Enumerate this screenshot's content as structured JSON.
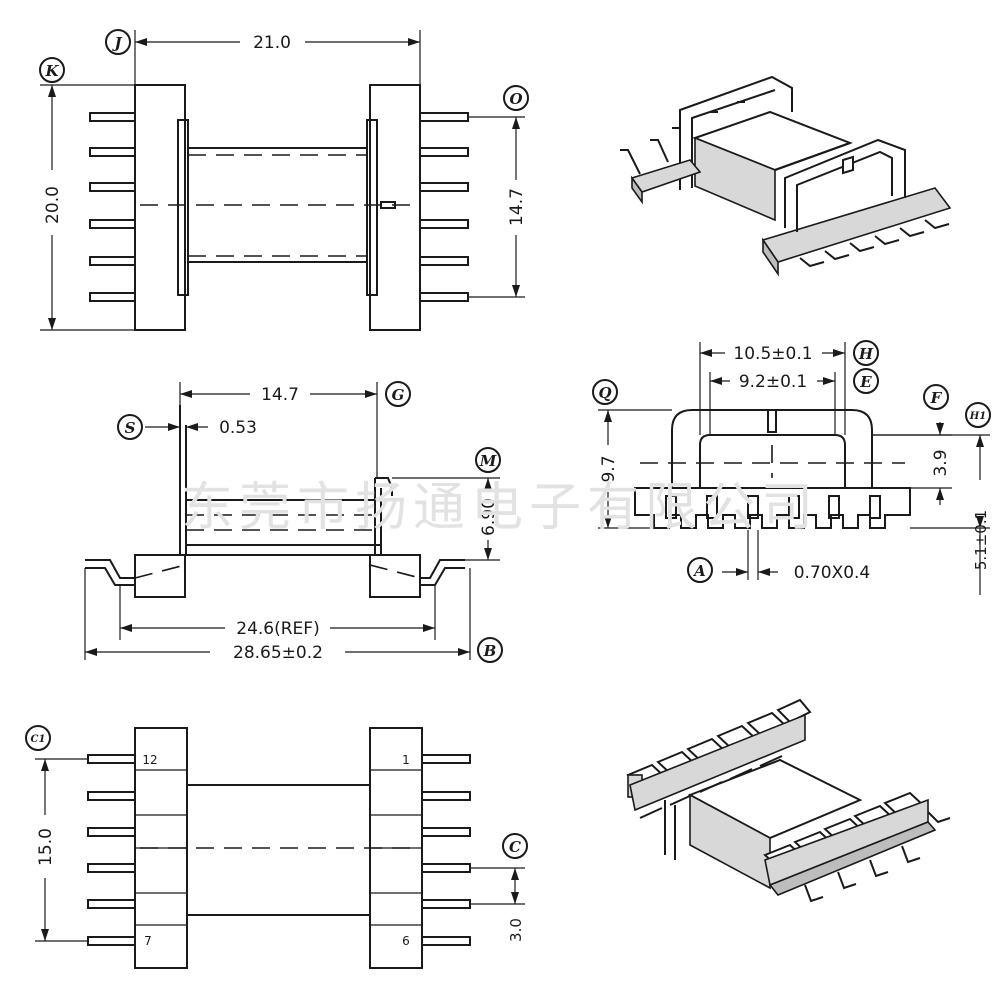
{
  "watermark": "东莞市扬通电子有限公司",
  "top_view": {
    "width_dim": "21.0",
    "height_dim": "20.0",
    "pin_span_dim": "14.7",
    "tags": {
      "j": "J",
      "k": "K",
      "o": "O"
    }
  },
  "side_view": {
    "inner_width_dim": "14.7",
    "flange_dim": "0.53",
    "height_dim": "6.90",
    "ref_dim": "24.6(REF)",
    "overall_dim": "28.65±0.2",
    "tags": {
      "s": "S",
      "g": "G",
      "m": "M",
      "b": "B"
    }
  },
  "end_view": {
    "outer_width_dim": "10.5±0.1",
    "inner_width_dim": "9.2±0.1",
    "height_dim": "9.7",
    "step_dim": "3.9",
    "total_dim": "5.1±0.1",
    "pin_dim": "0.70X0.4",
    "tags": {
      "h": "H",
      "e": "E",
      "q": "Q",
      "f": "F",
      "h1": "H1",
      "a": "A"
    }
  },
  "bottom_view": {
    "pin_labels": {
      "p12": "12",
      "p1": "1",
      "p7": "7",
      "p6": "6"
    },
    "pin_row_dim": "15.0",
    "pitch_dim": "3.0",
    "tags": {
      "c1": "C1",
      "c": "C"
    }
  }
}
